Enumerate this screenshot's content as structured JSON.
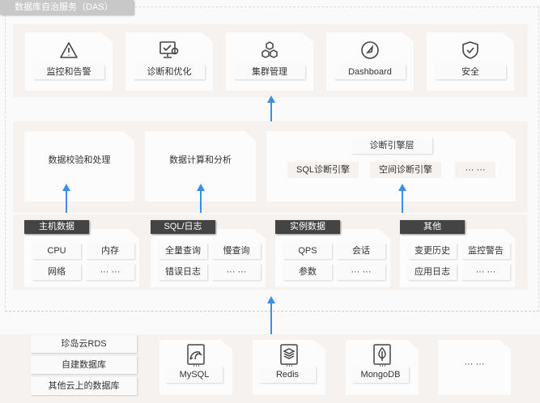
{
  "title": "数据库自治服务（DAS）",
  "top": [
    {
      "label": "监控和告警",
      "icon": "warning-icon"
    },
    {
      "label": "诊断和优化",
      "icon": "monitor-check-icon"
    },
    {
      "label": "集群管理",
      "icon": "cluster-icon"
    },
    {
      "label": "Dashboard",
      "icon": "gauge-icon"
    },
    {
      "label": "安全",
      "icon": "shield-icon"
    }
  ],
  "middle": {
    "validate": "数据校验和处理",
    "compute": "数据计算和分析",
    "engine_title": "诊断引擎层",
    "engines": [
      "SQL诊断引擎",
      "空间诊断引擎",
      "··· ···"
    ]
  },
  "groups": [
    {
      "name": "主机数据",
      "items": [
        "CPU",
        "内存",
        "网络",
        "··· ···"
      ]
    },
    {
      "name": "SQL/日志",
      "items": [
        "全量查询",
        "慢查询",
        "错误日志",
        "··· ···"
      ]
    },
    {
      "name": "实例数据",
      "items": [
        "QPS",
        "会话",
        "参数",
        "··· ···"
      ]
    },
    {
      "name": "其他",
      "items": [
        "变更历史",
        "监控警告",
        "应用日志",
        "··· ···"
      ]
    }
  ],
  "sources": [
    "珍岛云RDS",
    "自建数据库",
    "其他云上的数据库"
  ],
  "databases": [
    {
      "label": "MySQL",
      "icon": "mysql-dolphin-icon"
    },
    {
      "label": "Redis",
      "icon": "redis-stack-icon"
    },
    {
      "label": "MongoDB",
      "icon": "mongodb-leaf-icon"
    },
    {
      "label": "··· ···",
      "icon": ""
    }
  ],
  "colors": {
    "arrow": "#3a8ee6",
    "tag": "#444444",
    "band": "#f5f2f0"
  }
}
